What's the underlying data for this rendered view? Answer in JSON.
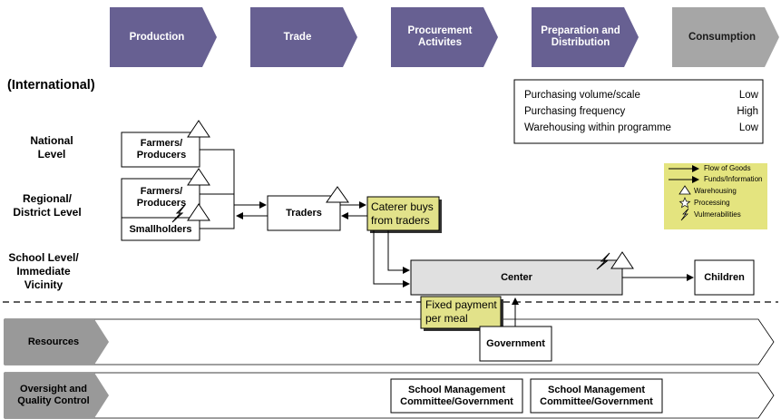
{
  "header_stages": [
    "Production",
    "Trade",
    "Procurement Activites",
    "Preparation and Distribution",
    "Consumption"
  ],
  "levels": {
    "international": "(International)",
    "national": "National Level",
    "regional": "Regional/ District Level",
    "school": "School Level/ Immediate Vicinity"
  },
  "actors": {
    "farmers_national": "Farmers/ Producers",
    "farmers_regional": "Farmers/ Producers",
    "smallholders": "Smallholders",
    "traders": "Traders",
    "caterer": "Caterer buys from traders",
    "center": "Center",
    "children": "Children",
    "fixed_payment": "Fixed payment per meal",
    "government": "Government"
  },
  "info_table": [
    {
      "label": "Purchasing volume/scale",
      "value": "Low"
    },
    {
      "label": "Purchasing frequency",
      "value": "High"
    },
    {
      "label": "Warehousing within programme",
      "value": "Low"
    }
  ],
  "legend": [
    "Flow of Goods",
    "Funds/Information",
    "Warehousing",
    "Processing",
    "Vulmerabilities"
  ],
  "bands": {
    "resources": "Resources",
    "oversight": "Oversight and Quality Control",
    "smc_1": "School Management Committee/Government",
    "smc_2": "School Management Committee/Government"
  },
  "colors": {
    "header_purple": "#676092",
    "header_grey": "#a6a6a6",
    "band_grey": "#999999",
    "caterer_yellow": "#e2e28a",
    "legend_yellow": "#e4e47f",
    "center_fill": "#e0e0e0"
  }
}
